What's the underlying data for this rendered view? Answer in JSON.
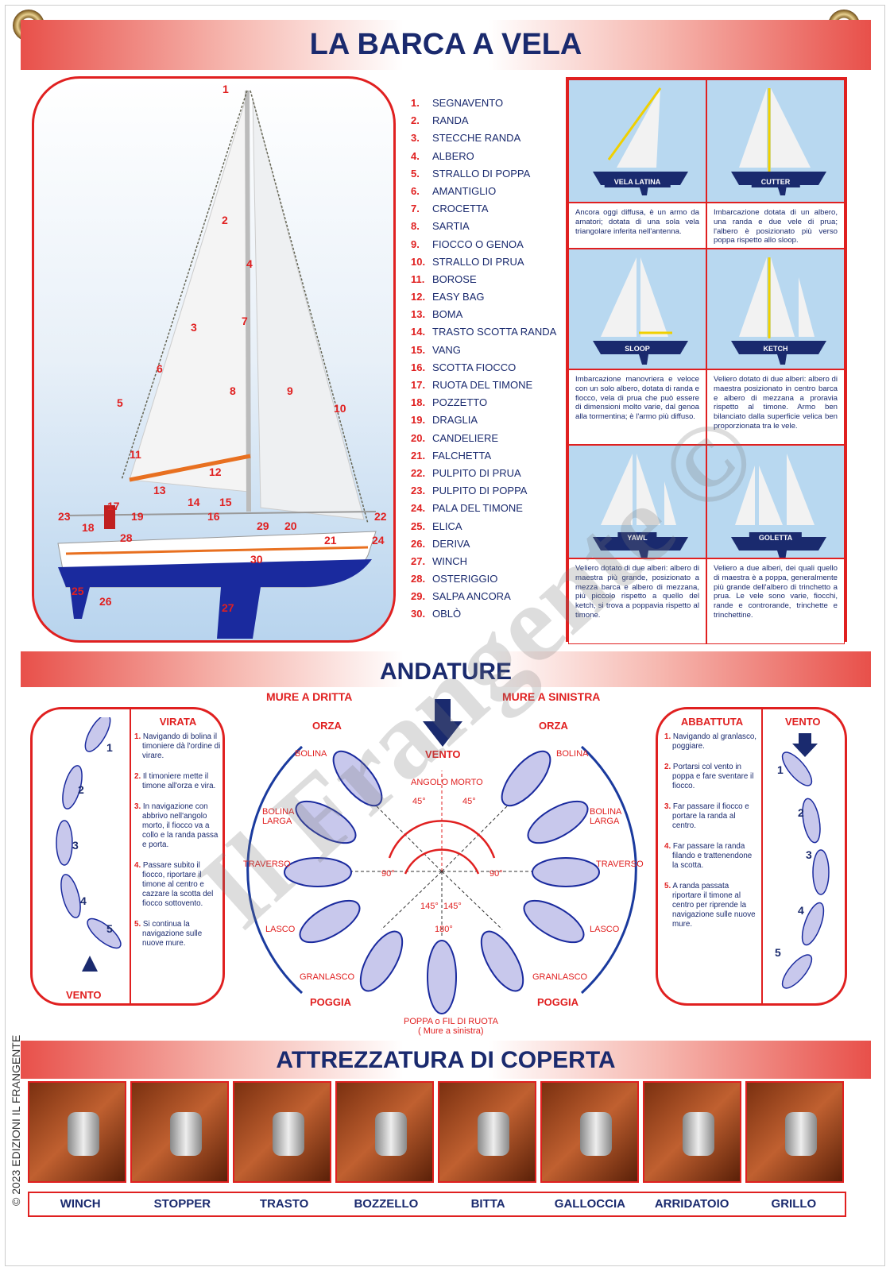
{
  "title": "LA BARCA A VELA",
  "parts": [
    {
      "n": "1.",
      "label": "SEGNAVENTO"
    },
    {
      "n": "2.",
      "label": "RANDA"
    },
    {
      "n": "3.",
      "label": "STECCHE RANDA"
    },
    {
      "n": "4.",
      "label": "ALBERO"
    },
    {
      "n": "5.",
      "label": "STRALLO DI POPPA"
    },
    {
      "n": "6.",
      "label": "AMANTIGLIO"
    },
    {
      "n": "7.",
      "label": "CROCETTA"
    },
    {
      "n": "8.",
      "label": "SARTIA"
    },
    {
      "n": "9.",
      "label": "FIOCCO O GENOA"
    },
    {
      "n": "10.",
      "label": "STRALLO DI PRUA"
    },
    {
      "n": "11.",
      "label": "BOROSE"
    },
    {
      "n": "12.",
      "label": "EASY BAG"
    },
    {
      "n": "13.",
      "label": "BOMA"
    },
    {
      "n": "14.",
      "label": "TRASTO SCOTTA RANDA"
    },
    {
      "n": "15.",
      "label": "VANG"
    },
    {
      "n": "16.",
      "label": "SCOTTA  FIOCCO"
    },
    {
      "n": "17.",
      "label": "RUOTA DEL TIMONE"
    },
    {
      "n": "18.",
      "label": "POZZETTO"
    },
    {
      "n": "19.",
      "label": "DRAGLIA"
    },
    {
      "n": "20.",
      "label": "CANDELIERE"
    },
    {
      "n": "21.",
      "label": "FALCHETTA"
    },
    {
      "n": "22.",
      "label": "PULPITO DI PRUA"
    },
    {
      "n": "23.",
      "label": "PULPITO DI POPPA"
    },
    {
      "n": "24.",
      "label": "PALA DEL TIMONE"
    },
    {
      "n": "25.",
      "label": "ELICA"
    },
    {
      "n": "26.",
      "label": "DERIVA"
    },
    {
      "n": "27.",
      "label": "WINCH"
    },
    {
      "n": "28.",
      "label": "OSTERIGGIO"
    },
    {
      "n": "29.",
      "label": "SALPA ANCORA"
    },
    {
      "n": "30.",
      "label": "OBLÒ"
    }
  ],
  "boat_numbers": [
    "1",
    "2",
    "3",
    "4",
    "5",
    "6",
    "7",
    "8",
    "9",
    "10",
    "11",
    "12",
    "13",
    "14",
    "15",
    "16",
    "17",
    "18",
    "19",
    "20",
    "21",
    "22",
    "23",
    "24",
    "25",
    "26",
    "27",
    "28",
    "29",
    "30"
  ],
  "rigs": [
    {
      "name": "VELA LATINA",
      "text": "Ancora oggi diffusa, è un armo da amatori; dotata di una sola vela triangolare inferita nell'antenna."
    },
    {
      "name": "CUTTER",
      "text": "Imbarcazione dotata di un albero, una randa e due vele di prua; l'albero è posizionato più verso poppa rispetto allo sloop."
    },
    {
      "name": "SLOOP",
      "text": "Imbarcazione manovriera e veloce con un solo albero, dotata di randa e fiocco, vela di prua che può essere di dimensioni molto varie, dal genoa alla tormentina; è l'armo più diffuso."
    },
    {
      "name": "KETCH",
      "text": "Veliero dotato di due alberi: albero di maestra posizionato in centro barca e albero di mezzana a proravia rispetto al timone. Armo ben bilanciato dalla superficie velica ben proporzionata tra le vele."
    },
    {
      "name": "YAWL",
      "text": "Veliero dotato di due alberi: albero di maestra più grande, posizionato a mezza barca e albero di mezzana, più piccolo rispetto a quello del ketch, si trova a poppavia rispetto al timone."
    },
    {
      "name": "GOLETTA",
      "text": "Veliero a due alberi, dei quali quello di maestra è  a poppa, generalmente più grande dell'albero di trinchetto a prua. Le vele sono varie, fiocchi, rande e controrande, trinchette e trinchettine."
    }
  ],
  "andature": {
    "title": "ANDATURE",
    "mure_dritta": "MURE A DRITTA",
    "mure_sinistra": "MURE A SINISTRA",
    "vento": "VENTO",
    "angolo_morto": "ANGOLO MORTO",
    "left": {
      "orza": "ORZA",
      "bolina": "BOLINA",
      "bolina_larga": "BOLINA LARGA",
      "traverso": "TRAVERSO",
      "lasco": "LASCO",
      "granlasco": "GRANLASCO",
      "poggia": "POGGIA"
    },
    "right": {
      "orza": "ORZA",
      "bolina": "BOLINA",
      "bolina_larga": "BOLINA LARGA",
      "traverso": "TRAVERSO",
      "lasco": "LASCO",
      "granlasco": "GRANLASCO",
      "poggia": "POGGIA"
    },
    "angles": {
      "a45l": "45°",
      "a45r": "45°",
      "a90l": "90°",
      "a90r": "90°",
      "a145l": "145°",
      "a145r": "145°",
      "a180": "180°"
    },
    "poppa": "POPPA o FIL DI RUOTA",
    "poppa_sub": "( Mure a sinistra)",
    "virata": {
      "title": "VIRATA",
      "vento": "VENTO",
      "steps": [
        {
          "n": "1.",
          "text": "Navigando di bolina il timoniere dà l'ordine di virare."
        },
        {
          "n": "2.",
          "text": "Il timoniere mette il timone all'orza e vira."
        },
        {
          "n": "3.",
          "text": "In navigazione con abbrivo nell'angolo morto, il fiocco va a collo e la randa passa e porta."
        },
        {
          "n": "4.",
          "text": "Passare subito il fiocco, riportare il timone al centro e cazzare la scotta del fiocco sottovento."
        },
        {
          "n": "5.",
          "text": "Si continua la navigazione sulle nuove mure."
        }
      ]
    },
    "abbattuta": {
      "title": "ABBATTUTA",
      "vento": "VENTO",
      "steps": [
        {
          "n": "1.",
          "text": "Navigando al granlasco, poggiare."
        },
        {
          "n": "2.",
          "text": "Portarsi col vento in poppa e fare sventare il fiocco."
        },
        {
          "n": "3.",
          "text": "Far passare il fiocco e portare la randa al centro."
        },
        {
          "n": "4.",
          "text": "Far passare la randa filando e trattenendone la scotta."
        },
        {
          "n": "5.",
          "text": "A randa passata riportare il timone al centro per riprende la navigazione sulle nuove mure."
        }
      ]
    },
    "seq_numbers": [
      "1",
      "2",
      "3",
      "4",
      "5"
    ]
  },
  "attrezzatura": {
    "title": "ATTREZZATURA DI COPERTA",
    "items": [
      "WINCH",
      "STOPPER",
      "TRASTO",
      "BOZZELLO",
      "BITTA",
      "GALLOCCIA",
      "ARRIDATOIO",
      "GRILLO"
    ]
  },
  "copyright": "© 2023 EDIZIONI IL FRANGENTE",
  "watermark": "Il Frangente ©",
  "colors": {
    "navy": "#1a2a6e",
    "red": "#e02020",
    "sky": "#b8d8f0"
  }
}
